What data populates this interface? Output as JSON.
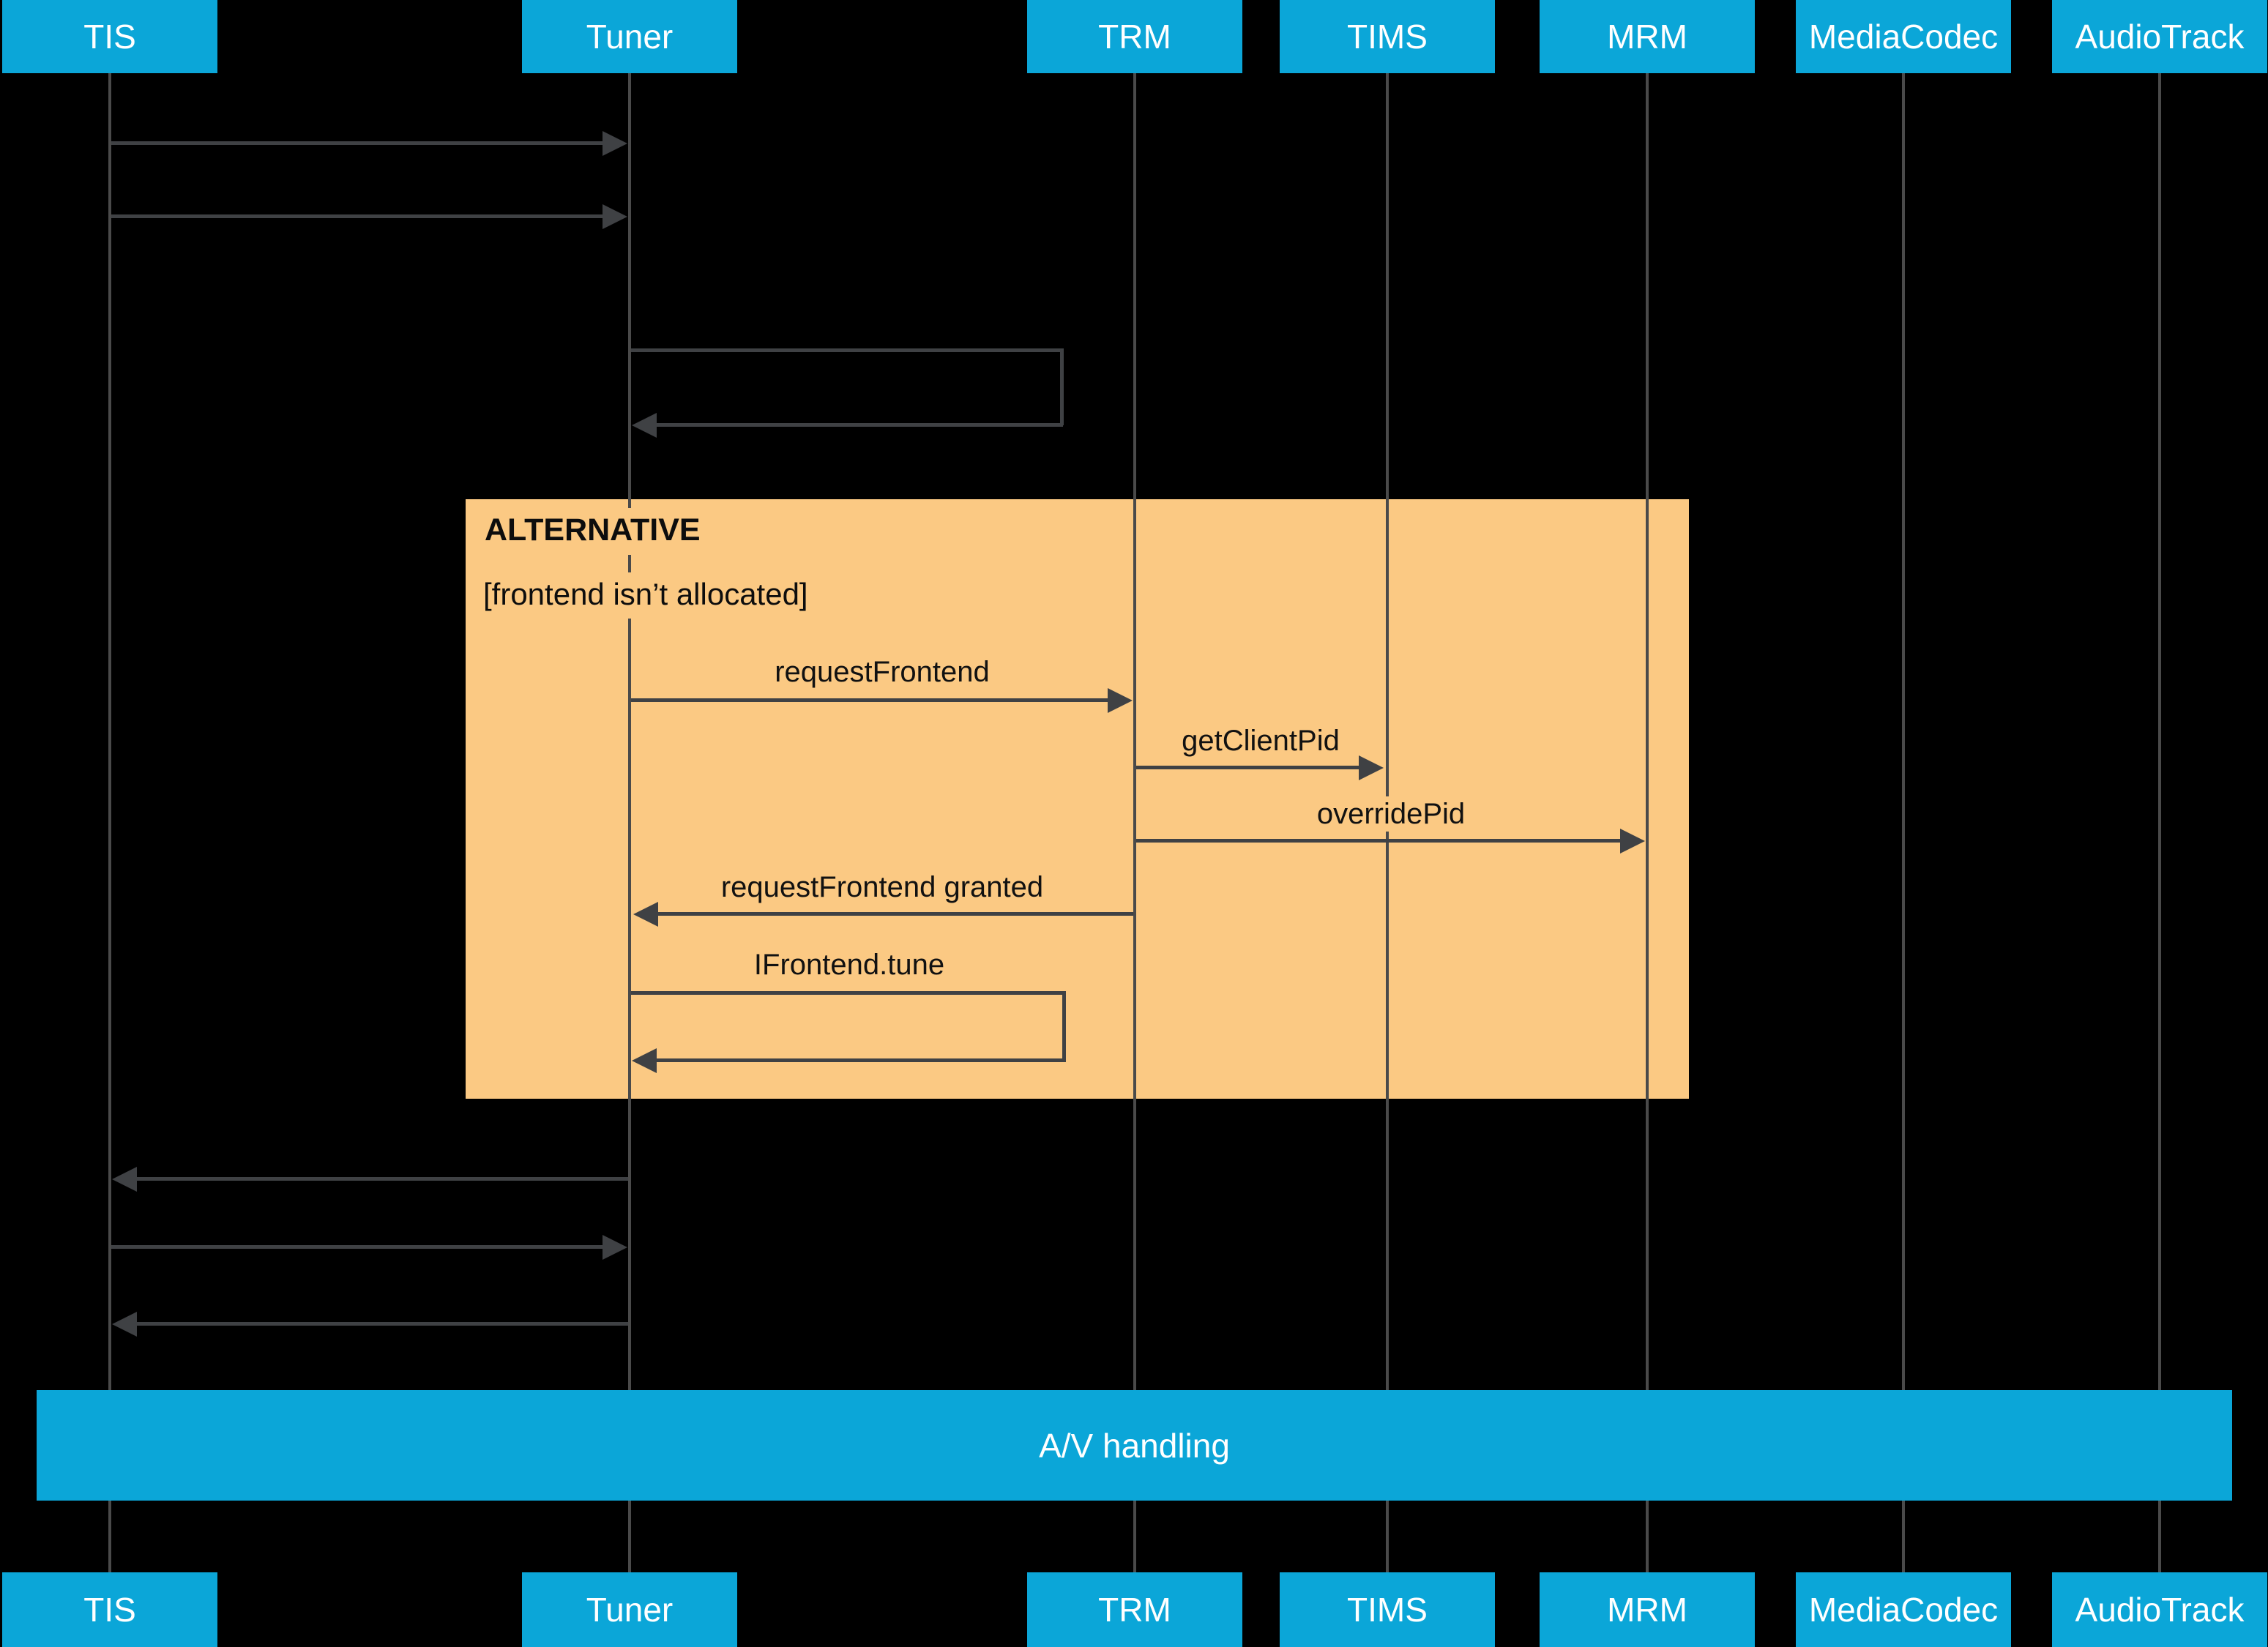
{
  "participants": [
    {
      "label": "TIS"
    },
    {
      "label": "Tuner"
    },
    {
      "label": "TRM"
    },
    {
      "label": "TIMS"
    },
    {
      "label": "MRM"
    },
    {
      "label": "MediaCodec"
    },
    {
      "label": "AudioTrack"
    }
  ],
  "alt": {
    "keyword": "ALTERNATIVE",
    "condition": "[frontend isn’t allocated]"
  },
  "messages": [
    {
      "from": "TIS",
      "to": "Tuner",
      "label": "",
      "self": false
    },
    {
      "from": "TIS",
      "to": "Tuner",
      "label": "",
      "self": false
    },
    {
      "from": "Tuner",
      "to": "Tuner",
      "label": "",
      "self": true
    },
    {
      "from": "Tuner",
      "to": "TRM",
      "label": "requestFrontend",
      "self": false
    },
    {
      "from": "TRM",
      "to": "TIMS",
      "label": "getClientPid",
      "self": false
    },
    {
      "from": "TRM",
      "to": "MRM",
      "label": "overridePid",
      "self": false
    },
    {
      "from": "TRM",
      "to": "Tuner",
      "label": "requestFrontend granted",
      "self": false
    },
    {
      "from": "Tuner",
      "to": "Tuner",
      "label": "IFrontend.tune",
      "self": true
    },
    {
      "from": "Tuner",
      "to": "TIS",
      "label": "",
      "self": false
    },
    {
      "from": "TIS",
      "to": "Tuner",
      "label": "",
      "self": false
    },
    {
      "from": "Tuner",
      "to": "TIS",
      "label": "",
      "self": false
    }
  ],
  "band": {
    "label": "A/V handling"
  },
  "colors": {
    "participant_fill": "#0ba6d8",
    "alt_fill": "#fbc983",
    "lifeline": "#4a4a4a",
    "arrow": "#3f4144",
    "background": "#000000",
    "participant_text": "#ffffff",
    "alt_text": "#0d0d0d"
  }
}
